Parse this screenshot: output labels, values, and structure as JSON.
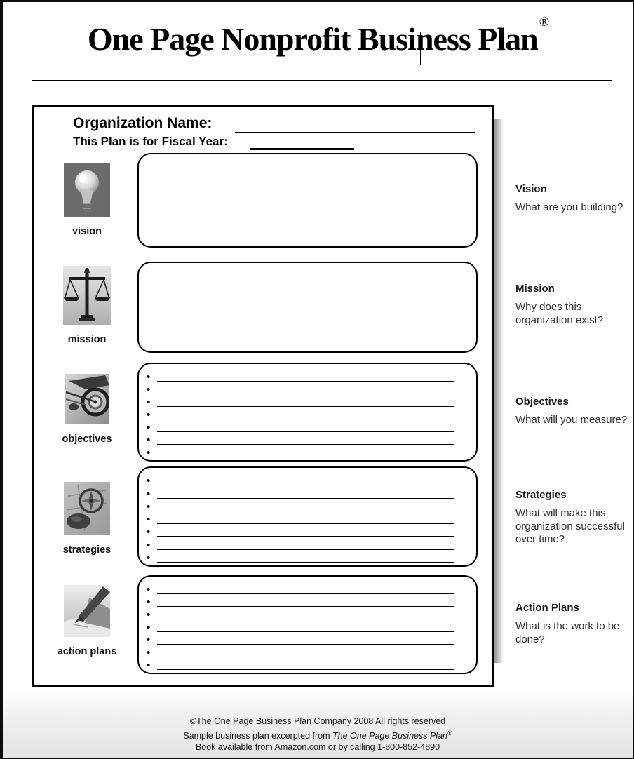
{
  "window": {
    "title": "One Page Nonprofit Business Plan",
    "registered_mark": "®"
  },
  "form": {
    "organization_name_label": "Organization Name:",
    "organization_name_value": "",
    "fiscal_year_label": "This Plan is for Fiscal Year:",
    "fiscal_year_value": ""
  },
  "sections": [
    {
      "label": "vision",
      "icon": "lightbulb-photo-icon",
      "box_type": "open",
      "bullet_count": 0
    },
    {
      "label": "mission",
      "icon": "scales-of-justice-photo-icon",
      "box_type": "open",
      "bullet_count": 0
    },
    {
      "label": "objectives",
      "icon": "dartboard-photo-icon",
      "box_type": "bulleted",
      "bullet_count": 7
    },
    {
      "label": "strategies",
      "icon": "compass-photo-icon",
      "box_type": "bulleted",
      "bullet_count": 7
    },
    {
      "label": "action plans",
      "icon": "writing-hand-photo-icon",
      "box_type": "bulleted",
      "bullet_count": 7
    }
  ],
  "annotations": [
    {
      "title": "Vision",
      "text": "What are you building?"
    },
    {
      "title": "Mission",
      "text": "Why does this organization exist?"
    },
    {
      "title": "Objectives",
      "text": "What will you measure?"
    },
    {
      "title": "Strategies",
      "text": "What will make this organization successful over time?"
    },
    {
      "title": "Action Plans",
      "text": "What is the work to be done?"
    }
  ],
  "footer": {
    "line1": "©The One Page Business Plan Company 2008 All rights reserved",
    "line2_prefix": "Sample business plan excerpted from ",
    "line2_book_title": "The One Page Business Plan",
    "line2_mark": "®",
    "line3": "Book available from Amazon.com or by calling 1-800-852-4890"
  },
  "colors": {
    "ink": "#000000",
    "box_shadow_gray": "#6b6b6b",
    "footer_band_gray": "#e4e4e4"
  }
}
